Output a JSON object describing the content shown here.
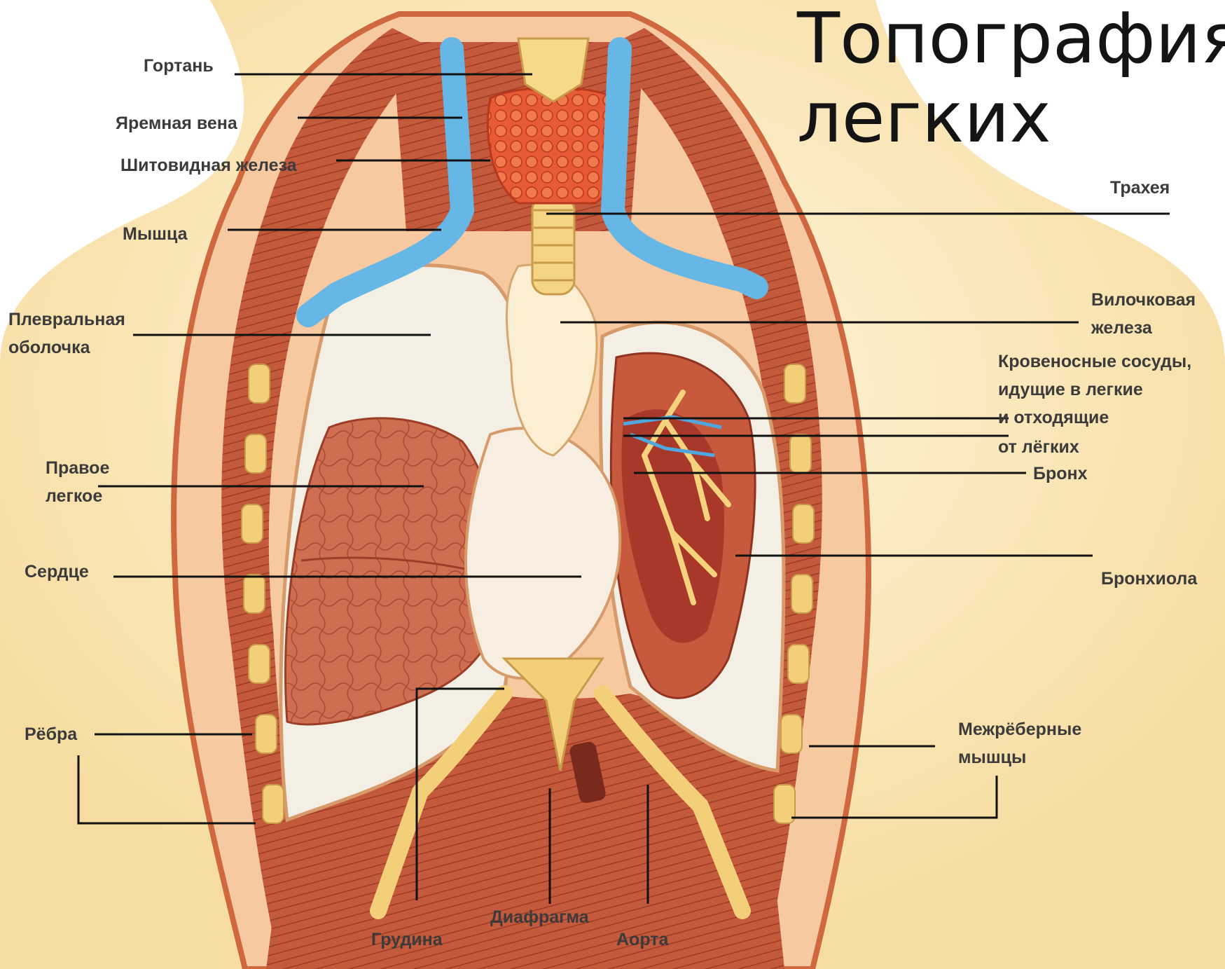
{
  "title": {
    "line1": "Топография",
    "line2": "легких"
  },
  "labels": {
    "gortan": "Гортань",
    "yaremnaya_vena": "Яремная вена",
    "shitovidnaya": "Шитовидная железа",
    "myshca": "Мышца",
    "plevralnaya_1": "Плевральная",
    "plevralnaya_2": "оболочка",
    "pravoe_1": "Правое",
    "pravoe_2": "легкое",
    "serdce": "Сердце",
    "rebra": "Рёбра",
    "traheya": "Трахея",
    "vilochkovaya_1": "Вилочковая",
    "vilochkovaya_2": "железа",
    "krovenosnye_1": "Кровеносные сосуды,",
    "krovenosnye_2": "идущие в легкие",
    "krovenosnye_3": "и отходящие",
    "krovenosnye_4": "от лёгких",
    "bronh": "Бронх",
    "bronhiola": "Бронхиола",
    "mezhrebernye_1": "Межрёберные",
    "mezhrebernye_2": "мышцы",
    "grudina": "Грудина",
    "diafragma": "Диафрагма",
    "aorta": "Аорта"
  },
  "colors": {
    "skin": "#fbe7b5",
    "muscle": "#c8563a",
    "lung": "#cf6d4f",
    "pleura": "#f3ecdc",
    "vein": "#66b7e6",
    "bone": "#f4cf79",
    "thyroid": "#e2502f"
  }
}
